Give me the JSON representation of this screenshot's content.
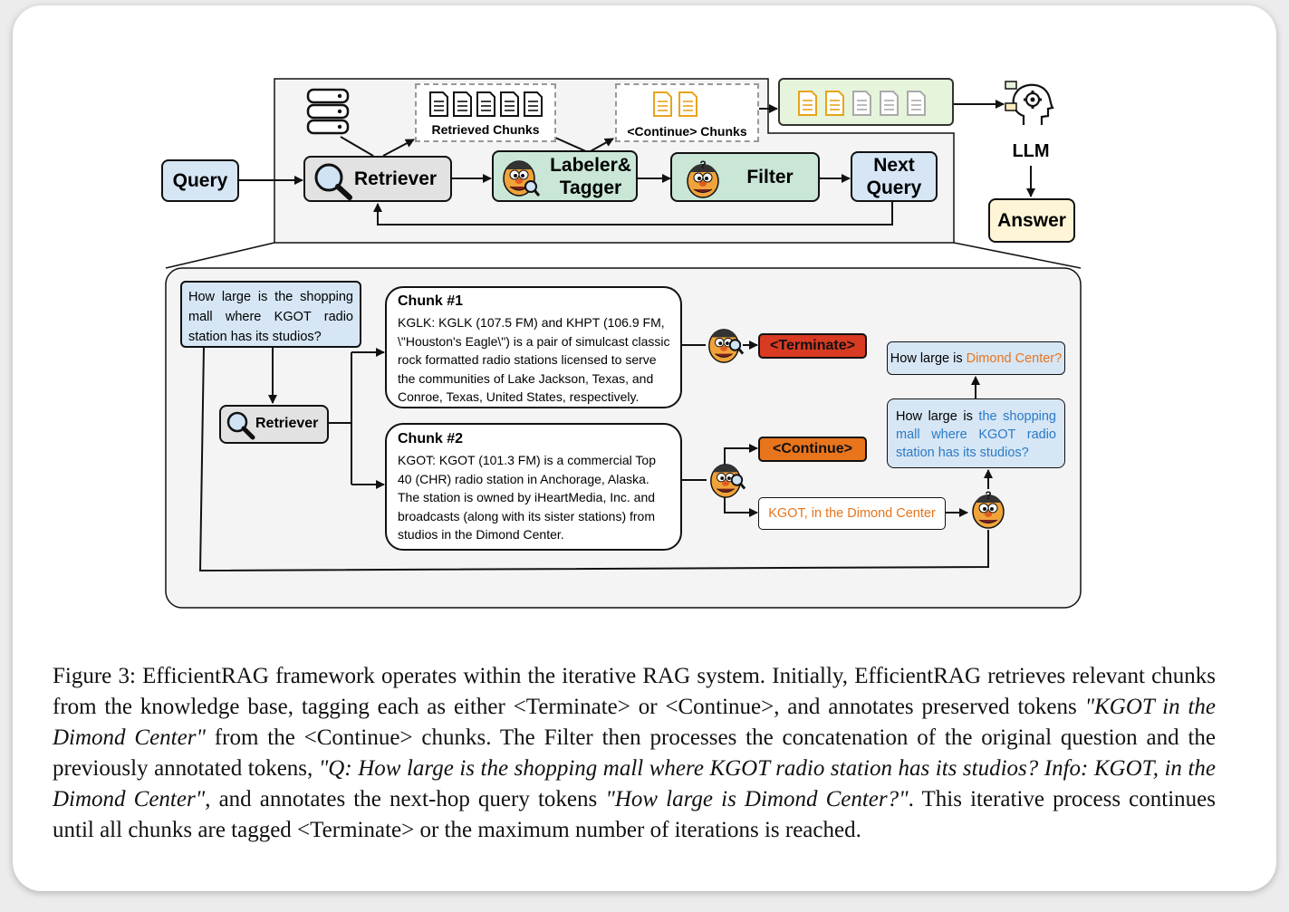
{
  "diagram": {
    "top": {
      "retrieved_chunks_label": "Retrieved Chunks",
      "continue_chunks_label": "<Continue> Chunks",
      "query_label": "Query",
      "retriever_label": "Retriever",
      "labeler_line1": "Labeler&",
      "labeler_line2": "Tagger",
      "filter_label": "Filter",
      "next_query_line1": "Next",
      "next_query_line2": "Query",
      "llm_label": "LLM",
      "answer_label": "Answer"
    },
    "detail": {
      "question": "How large is the shopping mall where KGOT radio station has its studios?",
      "retriever_label": "Retriever",
      "chunk1_title": "Chunk #1",
      "chunk1_text": "KGLK: KGLK (107.5 FM) and KHPT (106.9 FM, \\\"Houston's Eagle\\\") is a pair of simulcast classic rock formatted radio stations licensed to serve the communities of Lake Jackson, Texas, and Conroe, Texas, United States, respectively.",
      "chunk2_title": "Chunk #2",
      "chunk2_text": "KGOT: KGOT (101.3 FM) is a commercial Top 40 (CHR) radio station in Anchorage, Alaska. The station is owned by iHeartMedia, Inc. and broadcasts (along with its sister stations) from studios in the Dimond Center.",
      "terminate_tag": "<Terminate>",
      "continue_tag": "<Continue>",
      "preserved_tokens": "KGOT, in the Dimond Center",
      "filtered_query_prefix": "How large is ",
      "filtered_query_highlight": "the shopping mall where KGOT radio station has its studios?",
      "next_query_prefix": "How large is ",
      "next_query_highlight": "Dimond Center?"
    }
  },
  "caption": {
    "p1": "Figure 3: EfficientRAG framework operates within the iterative RAG system. Initially, EfficientRAG retrieves relevant chunks from the knowledge base, tagging each as either <Terminate> or <Continue>, and annotates preserved tokens ",
    "i1": "\"KGOT in the Dimond Center\"",
    "p2": " from the <Continue> chunks.  The Filter then processes the concatenation of the original question and the previously annotated tokens, ",
    "i2": "\"Q: How large is the shopping mall where KGOT radio station has its studios? Info: KGOT, in the Dimond Center\"",
    "p3": ", and annotates the next-hop query tokens ",
    "i3": "\"How large is Dimond Center?\"",
    "p4": ". This iterative process continues until all chunks are tagged <Terminate> or the maximum number of iterations is reached."
  },
  "colors": {
    "query_fill": "#d6e6f5",
    "retriever_fill": "#e2e2e2",
    "labeler_fill": "#c9e6d6",
    "terminate_fill": "#d93a22",
    "continue_fill": "#e8741c",
    "answer_fill": "#fdf5d6",
    "doc_green": "#e6f4dc",
    "highlight_orange": "#e8741c",
    "highlight_blue": "#2a7ac7"
  },
  "icons": [
    "database-icon",
    "document-icon",
    "magnifier-icon",
    "bert-face-icon",
    "llm-head-icon"
  ]
}
